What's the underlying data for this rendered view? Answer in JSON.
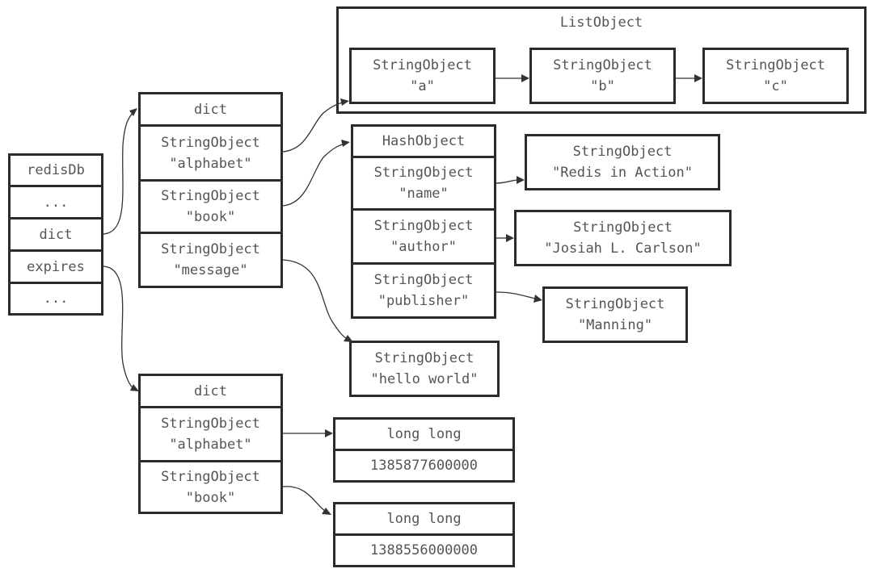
{
  "redis_db": [
    "redisDb",
    "...",
    "dict",
    "expires",
    "..."
  ],
  "keyspace_dict": {
    "header": "dict",
    "entries": [
      [
        "StringObject",
        "\"alphabet\""
      ],
      [
        "StringObject",
        "\"book\""
      ],
      [
        "StringObject",
        "\"message\""
      ]
    ]
  },
  "list_object": {
    "title": "ListObject",
    "items": [
      [
        "StringObject",
        "\"a\""
      ],
      [
        "StringObject",
        "\"b\""
      ],
      [
        "StringObject",
        "\"c\""
      ]
    ]
  },
  "hash_object": {
    "header": "HashObject",
    "fields": [
      [
        "StringObject",
        "\"name\""
      ],
      [
        "StringObject",
        "\"author\""
      ],
      [
        "StringObject",
        "\"publisher\""
      ]
    ]
  },
  "hash_values": [
    [
      "StringObject",
      "\"Redis in Action\""
    ],
    [
      "StringObject",
      "\"Josiah L. Carlson\""
    ],
    [
      "StringObject",
      "\"Manning\""
    ]
  ],
  "message_value": [
    "StringObject",
    "\"hello world\""
  ],
  "expires_dict": {
    "header": "dict",
    "entries": [
      [
        "StringObject",
        "\"alphabet\""
      ],
      [
        "StringObject",
        "\"book\""
      ]
    ]
  },
  "expire_times": [
    {
      "type": "long long",
      "value": "1385877600000"
    },
    {
      "type": "long long",
      "value": "1388556000000"
    }
  ]
}
